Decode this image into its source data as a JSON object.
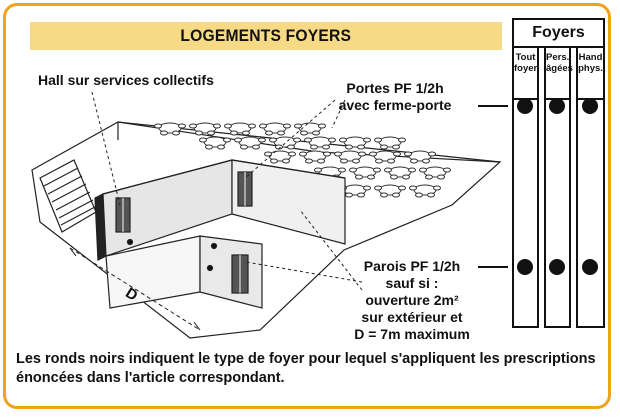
{
  "title": "LOGEMENTS FOYERS",
  "labels": {
    "hall": "Hall sur services collectifs",
    "portes_line1": "Portes PF 1/2h",
    "portes_line2": "avec ferme-porte",
    "parois_line1": "Parois PF 1/2h",
    "parois_line2": "sauf si :",
    "parois_line3": "ouverture 2m²",
    "parois_line4": "sur extérieur et",
    "parois_line5": "D = 7m maximum",
    "dimension": "D"
  },
  "table": {
    "header": "Foyers",
    "columns": [
      {
        "line1": "Tout",
        "line2": "foyer"
      },
      {
        "line1": "Pers.",
        "line2": "âgées"
      },
      {
        "line1": "Hand",
        "line2": "phys."
      }
    ],
    "rows": [
      {
        "name": "portes",
        "marks": [
          true,
          true,
          true
        ]
      },
      {
        "name": "parois",
        "marks": [
          true,
          true,
          true
        ]
      }
    ]
  },
  "footnote": "Les ronds noirs indiquent le type de foyer pour lequel s'appliquent les prescriptions énoncées dans l'article correspondant.",
  "colors": {
    "frame": "#f2a21a",
    "banner": "#f6da86",
    "ink": "#111111"
  }
}
